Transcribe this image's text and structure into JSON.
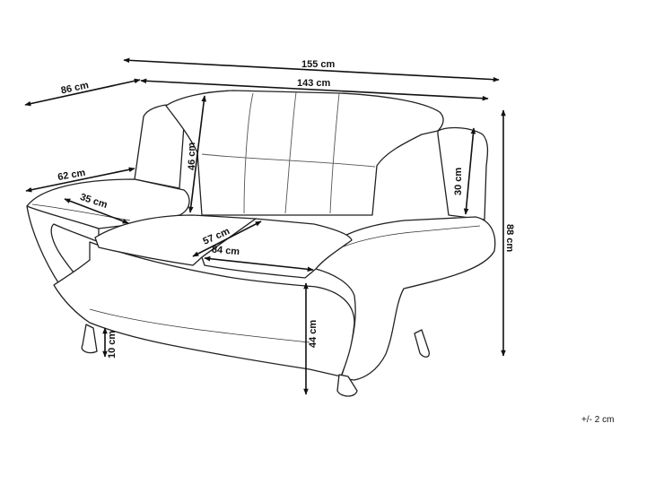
{
  "dimensions": {
    "total_width": "155 cm",
    "inner_width": "143 cm",
    "total_depth": "86 cm",
    "back_height": "46 cm",
    "arm_depth": "62 cm",
    "seat_depth_front": "35 cm",
    "seat_depth": "57 cm",
    "seat_width": "84 cm",
    "arm_height": "30 cm",
    "total_height": "88 cm",
    "seat_height": "44 cm",
    "leg_height": "10 cm"
  },
  "tolerance": "+/- 2 cm"
}
